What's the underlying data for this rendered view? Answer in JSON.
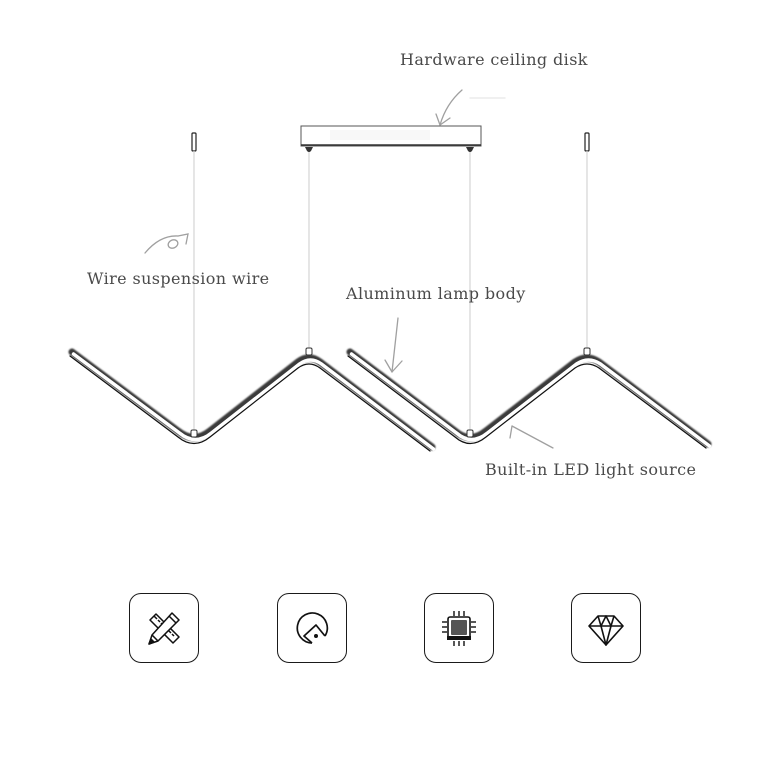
{
  "diagram": {
    "type": "product-anatomy",
    "subject": "Zigzag LED pendant lamp",
    "callouts": [
      {
        "id": "disk",
        "label": "Hardware ceiling disk"
      },
      {
        "id": "wire",
        "label": "Wire suspension wire"
      },
      {
        "id": "body",
        "label": "Aluminum lamp body"
      },
      {
        "id": "led",
        "label": "Built-in LED light source"
      }
    ]
  },
  "features": [
    {
      "icon": "ruler-pencil-icon",
      "caption": ""
    },
    {
      "icon": "home-in-circle-icon",
      "caption": ""
    },
    {
      "icon": "chip-icon",
      "caption": ""
    },
    {
      "icon": "diamond-icon",
      "caption": ""
    }
  ],
  "colors": {
    "text": "#4a4a4a",
    "line": "#1a1a1a",
    "wire": "#cfcfcf",
    "arrow": "#9a9a9a",
    "background": "#ffffff"
  }
}
